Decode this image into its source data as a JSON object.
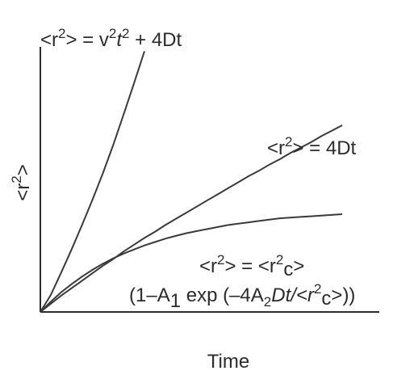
{
  "chart_data": {
    "type": "line",
    "xlabel": "Time",
    "ylabel": "<r²>",
    "grid": false,
    "legend": "none",
    "series": [
      {
        "name": "<r²> = v²t² + 4Dt",
        "x": [
          0,
          1,
          2,
          3,
          4,
          5,
          6,
          7,
          8,
          9,
          10
        ],
        "y": [
          0,
          1.25,
          2.9,
          4.6,
          6.4,
          8.25,
          10.2,
          12.3,
          14.55,
          16.85,
          19.2
        ]
      },
      {
        "name": "<r²> = 4Dt",
        "x": [
          0,
          1,
          2,
          3,
          4,
          5,
          6,
          7,
          8,
          9,
          10,
          11,
          12,
          13,
          14,
          15,
          16,
          17,
          18,
          19,
          20,
          21,
          22,
          23,
          24,
          25,
          26,
          27,
          28,
          29
        ],
        "y": [
          0,
          0.6,
          1.2,
          1.75,
          2.3,
          2.85,
          3.4,
          3.9,
          4.45,
          4.95,
          5.45,
          5.9,
          6.4,
          6.85,
          7.3,
          7.75,
          8.2,
          8.65,
          9.1,
          9.55,
          10.0,
          10.4,
          10.85,
          11.25,
          11.7,
          12.1,
          12.5,
          12.95,
          13.35,
          13.75
        ]
      },
      {
        "name": "<r²> = <r²c> (1–A1 exp (–4A2Dt/<r²c>))",
        "x": [
          0,
          1,
          2,
          3,
          4,
          5,
          6,
          7,
          8,
          9,
          10,
          11,
          12,
          13,
          14,
          15,
          16,
          17,
          18,
          19,
          20,
          21,
          22,
          23,
          24,
          25,
          26,
          27,
          28,
          29
        ],
        "y": [
          0,
          0.75,
          1.45,
          2.05,
          2.6,
          3.1,
          3.55,
          3.95,
          4.3,
          4.6,
          4.9,
          5.15,
          5.4,
          5.6,
          5.8,
          5.95,
          6.1,
          6.25,
          6.4,
          6.5,
          6.6,
          6.7,
          6.8,
          6.9,
          6.95,
          7.0,
          7.05,
          7.1,
          7.15,
          7.2
        ]
      }
    ],
    "annotations": {
      "fit1": {
        "lhs": "<r",
        "sup": "2",
        "rhs": "> = v",
        "sup2": "2",
        "t": "t",
        "sup3": "2",
        "tail": " + 4Dt"
      },
      "fit2": {
        "lhs": "<r",
        "sup": "2",
        "rhs": "> = 4Dt"
      },
      "fit3_line1": {
        "a": "<r",
        "sup1": "2",
        "b": "> = <r",
        "sup2": "2",
        "sub": "c",
        "c": ">"
      },
      "fit3_line2": {
        "a": "(1–A",
        "sub1": "1",
        "b": " exp (–4A",
        "sub2": "2",
        "c": "Dt/<r",
        "sup": "2",
        "sub3": "c",
        "d": ">))"
      }
    },
    "ylabel_parts": {
      "pre": "<r",
      "sup": "2",
      "post": ">"
    }
  }
}
